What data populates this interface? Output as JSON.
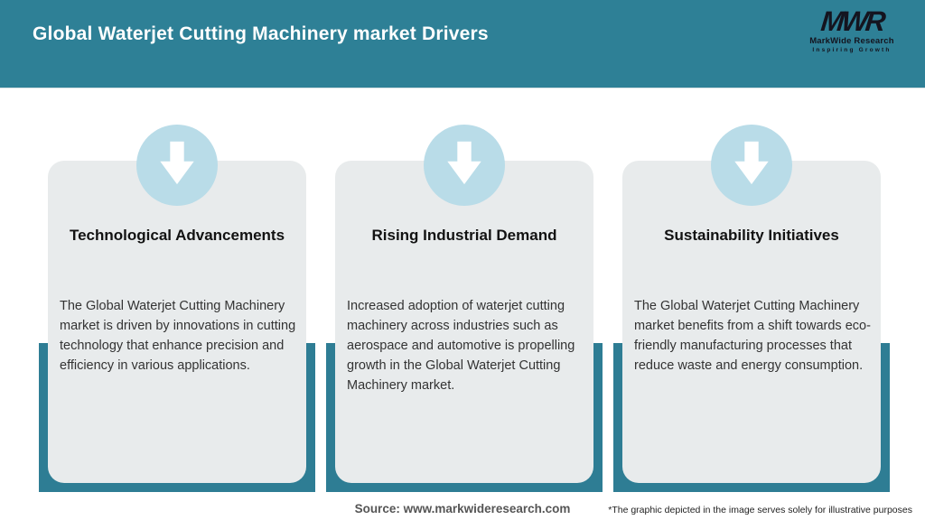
{
  "header": {
    "title": "Global Waterjet Cutting Machinery market Drivers",
    "logo": {
      "acronym": "MWR",
      "name": "MarkWide Research",
      "tagline": "Inspiring Growth"
    }
  },
  "cards": [
    {
      "icon": "down-arrow-icon",
      "title": "Technological Advancements",
      "body": "The Global Waterjet Cutting Machinery market is driven by innovations in cutting technology that enhance precision and efficiency in various applications."
    },
    {
      "icon": "down-arrow-icon",
      "title": "Rising Industrial Demand",
      "body": "Increased adoption of waterjet cutting machinery across industries such as aerospace and automotive is propelling growth in the Global Waterjet Cutting Machinery market."
    },
    {
      "icon": "down-arrow-icon",
      "title": "Sustainability Initiatives",
      "body": "The Global Waterjet Cutting Machinery market benefits from a shift towards eco-friendly manufacturing processes that reduce waste and energy consumption."
    }
  ],
  "footer": {
    "source": "Source: www.markwideresearch.com",
    "disclaimer": "*The graphic depicted in the image serves solely for illustrative purposes"
  },
  "colors": {
    "header_teal": "#2E8096",
    "band_teal": "#2E7D94",
    "circle_blue": "#B9DCE8",
    "card_gray": "#E8EBEC",
    "title_text": "#121212",
    "body_text": "#333333",
    "logo_dark": "#14141F"
  }
}
